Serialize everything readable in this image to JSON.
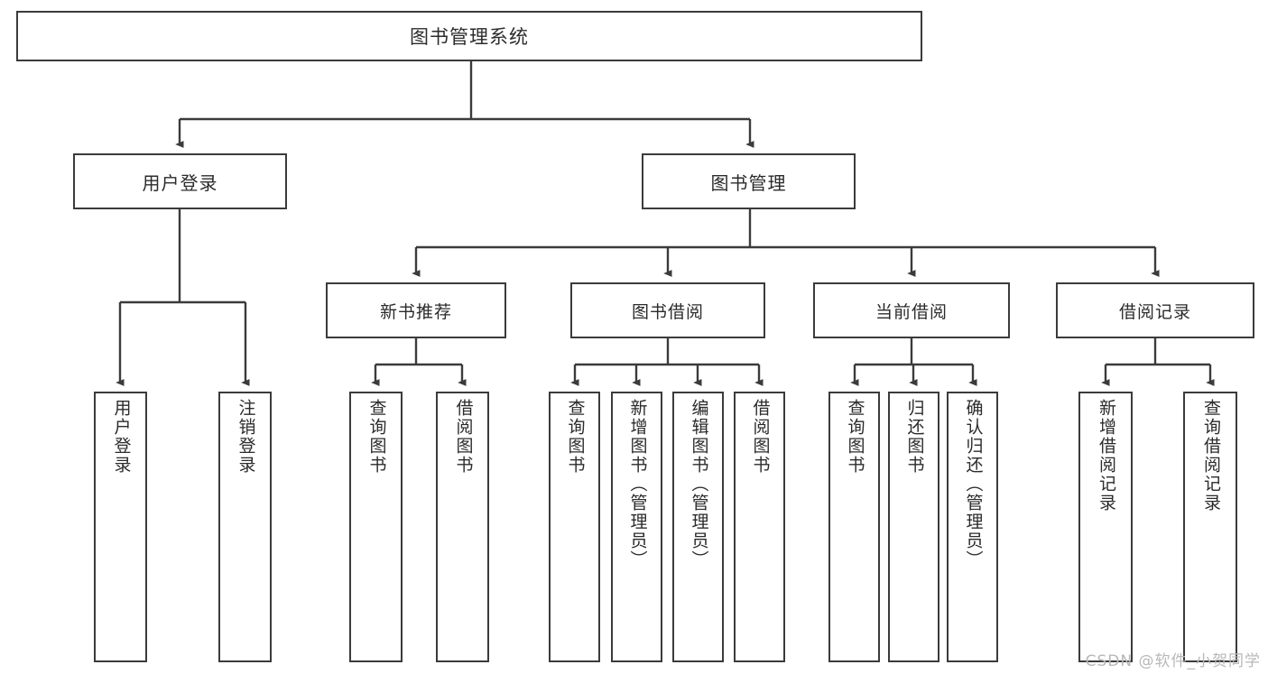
{
  "diagram": {
    "title": "图书管理系统",
    "watermark": "CSDN @软件_小贺同学",
    "line_color": "#3b3b3b",
    "box_fill": "#ffffff",
    "text_color": "#2b2b2b"
  },
  "nodes": {
    "root": {
      "label": "图书管理系统"
    },
    "level1": [
      {
        "label": "用户登录"
      },
      {
        "label": "图书管理"
      }
    ],
    "level2": [
      {
        "label": "新书推荐"
      },
      {
        "label": "图书借阅"
      },
      {
        "label": "当前借阅"
      },
      {
        "label": "借阅记录"
      }
    ],
    "leaves": {
      "user_login": [
        {
          "label": "用户登录"
        },
        {
          "label": "注销登录"
        }
      ],
      "new_book_recommend": [
        {
          "label": "查询图书"
        },
        {
          "label": "借阅图书"
        }
      ],
      "book_borrow": [
        {
          "label": "查询图书"
        },
        {
          "label": "新增图书（管理员）"
        },
        {
          "label": "编辑图书（管理员）"
        },
        {
          "label": "借阅图书"
        }
      ],
      "current_borrow": [
        {
          "label": "查询图书"
        },
        {
          "label": "归还图书"
        },
        {
          "label": "确认归还（管理员）"
        }
      ],
      "borrow_record": [
        {
          "label": "新增借阅记录"
        },
        {
          "label": "查询借阅记录"
        }
      ]
    }
  }
}
